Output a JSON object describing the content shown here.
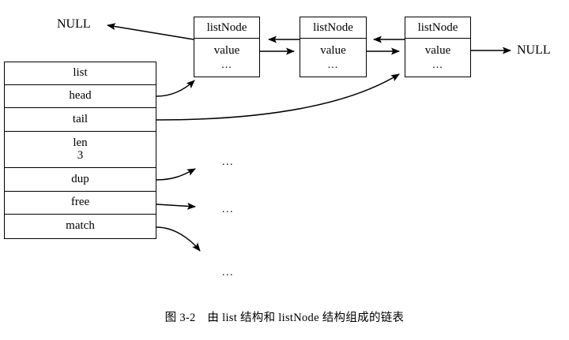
{
  "figure": {
    "caption": "图 3-2　由 list 结构和 listNode 结构组成的链表",
    "ink_color": "#000000",
    "background_color": "#ffffff"
  },
  "list_struct": {
    "title": "list",
    "rows": [
      {
        "label": "list",
        "value": ""
      },
      {
        "label": "head",
        "value": ""
      },
      {
        "label": "tail",
        "value": ""
      },
      {
        "label": "len",
        "value": "3"
      },
      {
        "label": "dup",
        "value": ""
      },
      {
        "label": "free",
        "value": ""
      },
      {
        "label": "match",
        "value": ""
      }
    ]
  },
  "nodes": [
    {
      "title": "listNode",
      "field": "value",
      "more": "..."
    },
    {
      "title": "listNode",
      "field": "value",
      "more": "..."
    },
    {
      "title": "listNode",
      "field": "value",
      "more": "..."
    }
  ],
  "terminators": {
    "left_null": "NULL",
    "right_null": "NULL"
  },
  "callback_targets": [
    {
      "text": "..."
    },
    {
      "text": "..."
    },
    {
      "text": "..."
    }
  ],
  "edges": [
    {
      "name": "node1-prev-to-null",
      "from": "listNode-1",
      "to": "NULL-left"
    },
    {
      "name": "node2-prev-to-node1",
      "from": "listNode-2",
      "to": "listNode-1"
    },
    {
      "name": "node1-next-to-node2",
      "from": "listNode-1",
      "to": "listNode-2"
    },
    {
      "name": "node3-prev-to-node2",
      "from": "listNode-3",
      "to": "listNode-2"
    },
    {
      "name": "node2-next-to-node3",
      "from": "listNode-2",
      "to": "listNode-3"
    },
    {
      "name": "node3-next-to-null",
      "from": "listNode-3",
      "to": "NULL-right"
    },
    {
      "name": "head-to-node1",
      "from": "list.head",
      "to": "listNode-1"
    },
    {
      "name": "tail-to-node3",
      "from": "list.tail",
      "to": "listNode-3"
    },
    {
      "name": "dup-to-function",
      "from": "list.dup",
      "to": "..."
    },
    {
      "name": "free-to-function",
      "from": "list.free",
      "to": "..."
    },
    {
      "name": "match-to-function",
      "from": "list.match",
      "to": "..."
    }
  ]
}
